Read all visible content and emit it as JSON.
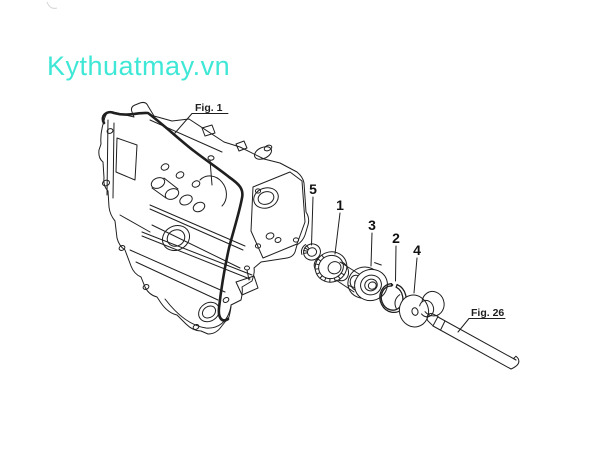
{
  "canvas": {
    "background": "#ffffff",
    "line_color": "#1f1f1f"
  },
  "watermark": {
    "text": "Kythuatmay.vn",
    "color": "#3fe8d6"
  },
  "figures": {
    "fig1": "Fig. 1",
    "fig26": "Fig. 26"
  },
  "callouts": {
    "c5": "5",
    "c1": "1",
    "c3": "3",
    "c2": "2",
    "c4": "4"
  }
}
